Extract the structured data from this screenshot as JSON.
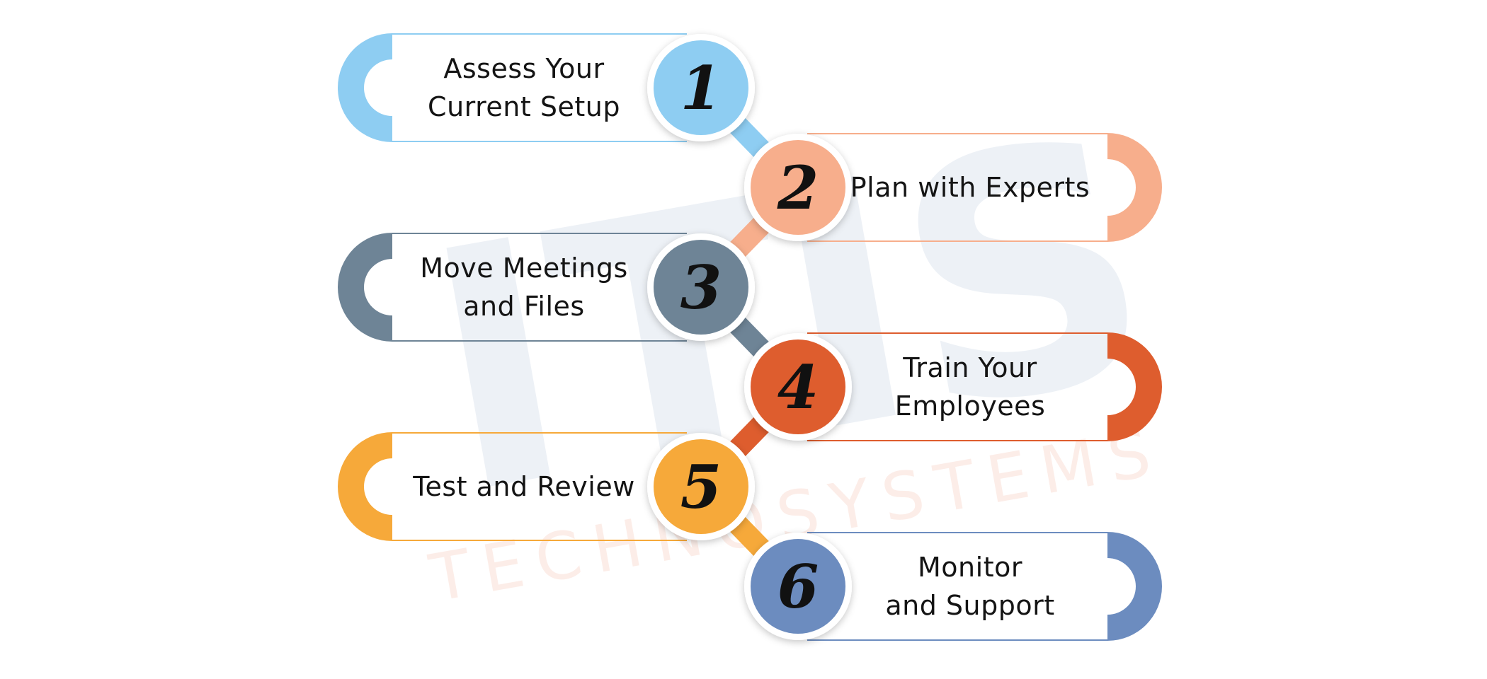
{
  "colors": {
    "step1": "#8ecdf2",
    "step2": "#f7ae8c",
    "step3": "#6e8496",
    "step4": "#de5d2e",
    "step5": "#f6a93a",
    "step6": "#6c8cbf",
    "watermark_primary": "#c8d4e4",
    "watermark_secondary": "#f4c2b3"
  },
  "watermark": {
    "logo_letters": "ITIS",
    "tagline": "TECHNOSYSTEMS"
  },
  "steps": [
    {
      "number": "1",
      "lines": [
        "Assess Your",
        "Current Setup"
      ],
      "color_key": "step1"
    },
    {
      "number": "2",
      "lines": [
        "Plan with Experts"
      ],
      "color_key": "step2"
    },
    {
      "number": "3",
      "lines": [
        "Move Meetings",
        "and Files"
      ],
      "color_key": "step3"
    },
    {
      "number": "4",
      "lines": [
        "Train Your",
        "Employees"
      ],
      "color_key": "step4"
    },
    {
      "number": "5",
      "lines": [
        "Test and Review"
      ],
      "color_key": "step5"
    },
    {
      "number": "6",
      "lines": [
        "Monitor",
        "and Support"
      ],
      "color_key": "step6"
    }
  ]
}
